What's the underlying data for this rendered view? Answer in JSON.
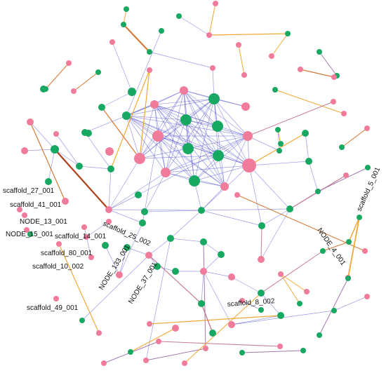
{
  "colors": {
    "node_green": "#17a862",
    "node_pink": "#f07b9a",
    "edge_blue": "#4a4ad0",
    "edge_orange": "#f0a020",
    "edge_darkorange": "#d2691e",
    "edge_red": "#a52a00",
    "edge_pink": "#c0708a",
    "edge_purple": "#9a6aa8"
  },
  "labels": {
    "scaffold_27_001": "scaffold_27_001",
    "scaffold_41_001": "scaffold_41_001",
    "NODE_13_001": "NODE_13_001",
    "NODE_15_001": "NODE_15_001",
    "scaffold_14_001": "scaffold_14_001",
    "scaffold_80_001": "scaffold_80_001",
    "scaffold_10_002": "scaffold_10_002",
    "scaffold_49_001": "scaffold_49_001",
    "scaffold_25_002": "scaffold_25_002",
    "NODE_133_001": "NODE_133_001",
    "NODE_37_001": "NODE_37_001",
    "scaffold_8_002": "scaffold_8_002",
    "NODE_4_001": "NODE_4_001",
    "scaffold_5_001": "scaffold_5_001"
  }
}
